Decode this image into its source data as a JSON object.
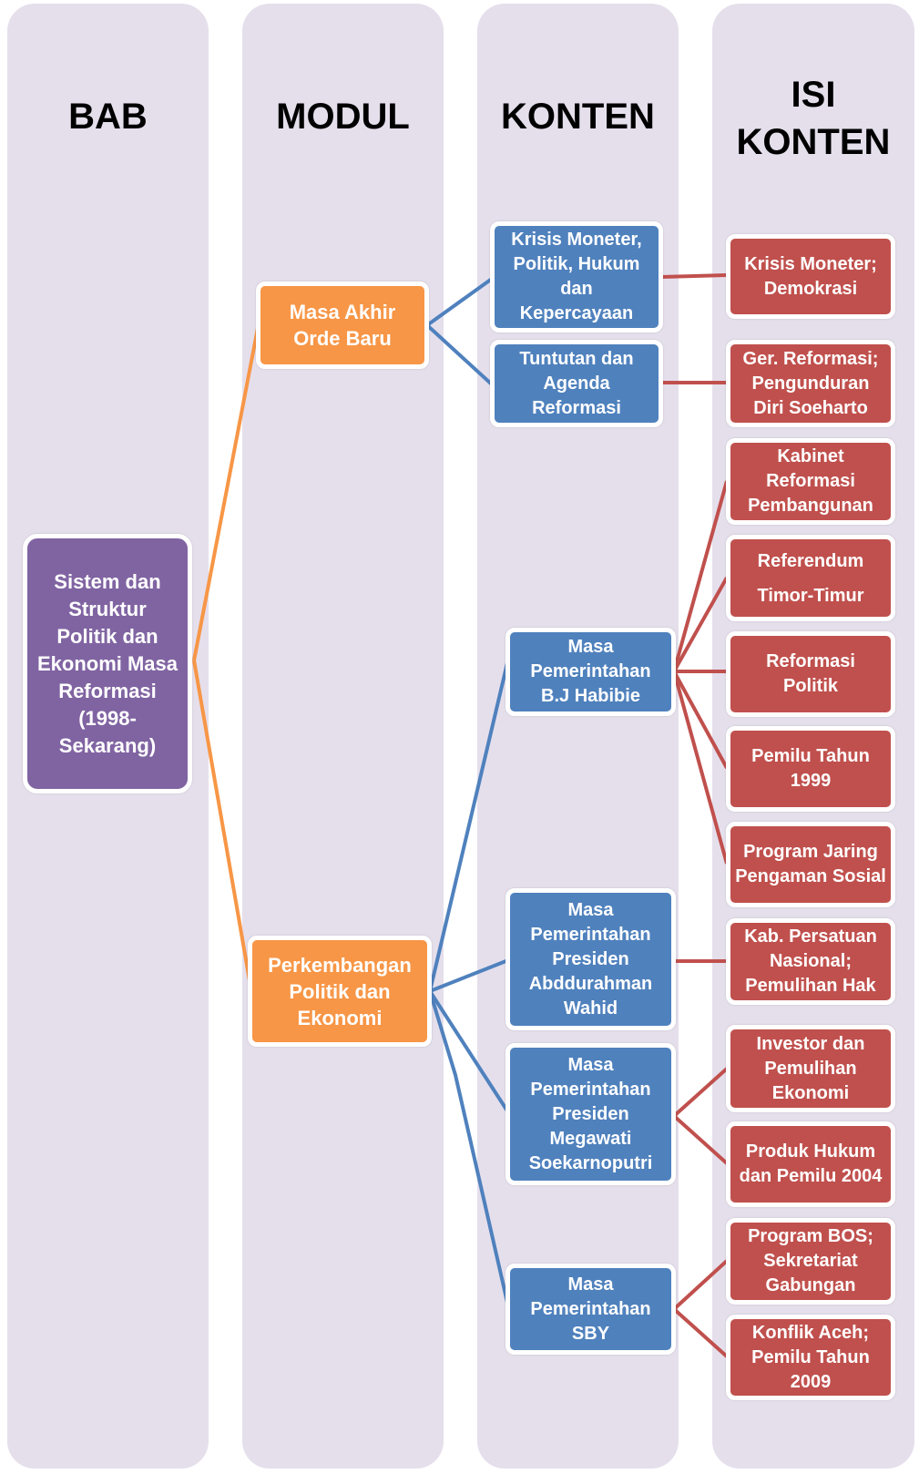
{
  "columns": [
    {
      "title": "BAB"
    },
    {
      "title": "MODUL"
    },
    {
      "title": "KONTEN"
    },
    {
      "title": "ISI\nKONTEN"
    }
  ],
  "colors": {
    "column_bg": "#e5dfec",
    "bab": "#8064a2",
    "modul": "#f79646",
    "konten": "#4f81bd",
    "isi": "#c0504d"
  },
  "bab": {
    "label": "Sistem dan\nStruktur\nPolitik dan\nEkonomi Masa\nReformasi\n(1998-\nSekarang)"
  },
  "modul": [
    {
      "label": "Masa Akhir\nOrde Baru"
    },
    {
      "label": "Perkembangan\nPolitik dan\nEkonomi"
    }
  ],
  "konten": [
    {
      "label": "Krisis Moneter,\nPolitik, Hukum\ndan\nKepercayaan"
    },
    {
      "label": "Tuntutan dan\nAgenda\nReformasi"
    },
    {
      "label": "Masa\nPemerintahan\nB.J Habibie"
    },
    {
      "label": "Masa\nPemerintahan\nPresiden\nAbddurahman\nWahid"
    },
    {
      "label": "Masa\nPemerintahan\nPresiden\nMegawati\nSoekarnoputri"
    },
    {
      "label": "Masa\nPemerintahan\nSBY"
    }
  ],
  "isi": [
    {
      "label": "Krisis Moneter;\nDemokrasi"
    },
    {
      "label": "Ger. Reformasi;\nPengunduran\nDiri Soeharto"
    },
    {
      "label": "Kabinet\nReformasi\nPembangunan"
    },
    {
      "label": "Referendum\nTimor-Timur"
    },
    {
      "label": "Reformasi\nPolitik"
    },
    {
      "label": "Pemilu Tahun\n1999"
    },
    {
      "label": "Program Jaring\nPengaman Sosial"
    },
    {
      "label": "Kab. Persatuan\nNasional;\nPemulihan Hak"
    },
    {
      "label": "Investor dan\nPemulihan\nEkonomi"
    },
    {
      "label": "Produk Hukum\ndan Pemilu 2004"
    },
    {
      "label": "Program BOS;\nSekretariat\nGabungan"
    },
    {
      "label": "Konflik Aceh;\nPemilu Tahun\n2009"
    }
  ]
}
